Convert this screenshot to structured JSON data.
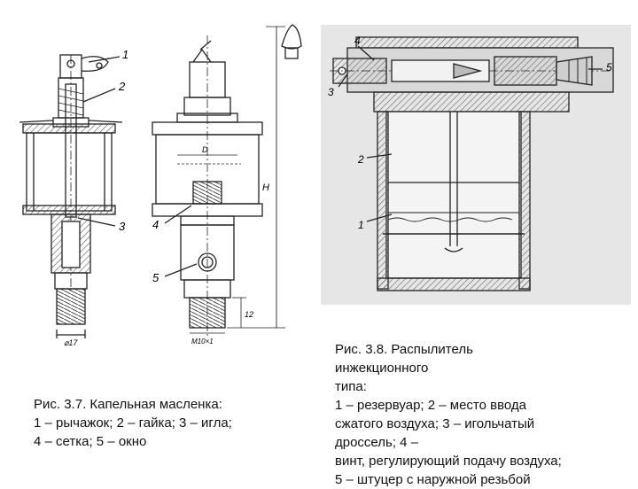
{
  "fig37": {
    "callouts": [
      "1",
      "2",
      "3",
      "4",
      "5"
    ],
    "dim_H": "H",
    "dim_D": "D",
    "dim_12": "12",
    "dim_d17": "⌀17",
    "dim_thread": "М10×1",
    "caption": [
      "Рис. 3.7. Капельная масленка:",
      "1 – рычажок; 2 – гайка; 3 – игла;",
      "4 – сетка; 5 – окно"
    ]
  },
  "fig38": {
    "callouts": [
      "4",
      "3",
      "5",
      "2",
      "1"
    ],
    "caption": [
      "Рис. 3.8. Распылитель",
      "инжекционного",
      "типа:",
      "1 – резервуар; 2 – место ввода",
      "сжатого воздуха; 3 – игольчатый",
      "дроссель; 4 –",
      "винт, регулирующий подачу воздуха;",
      "5 – штуцер с наружной резьбой"
    ]
  },
  "colors": {
    "ink": "#222222",
    "hatch": "#555555",
    "photo_bg": "#e6e6e6"
  }
}
